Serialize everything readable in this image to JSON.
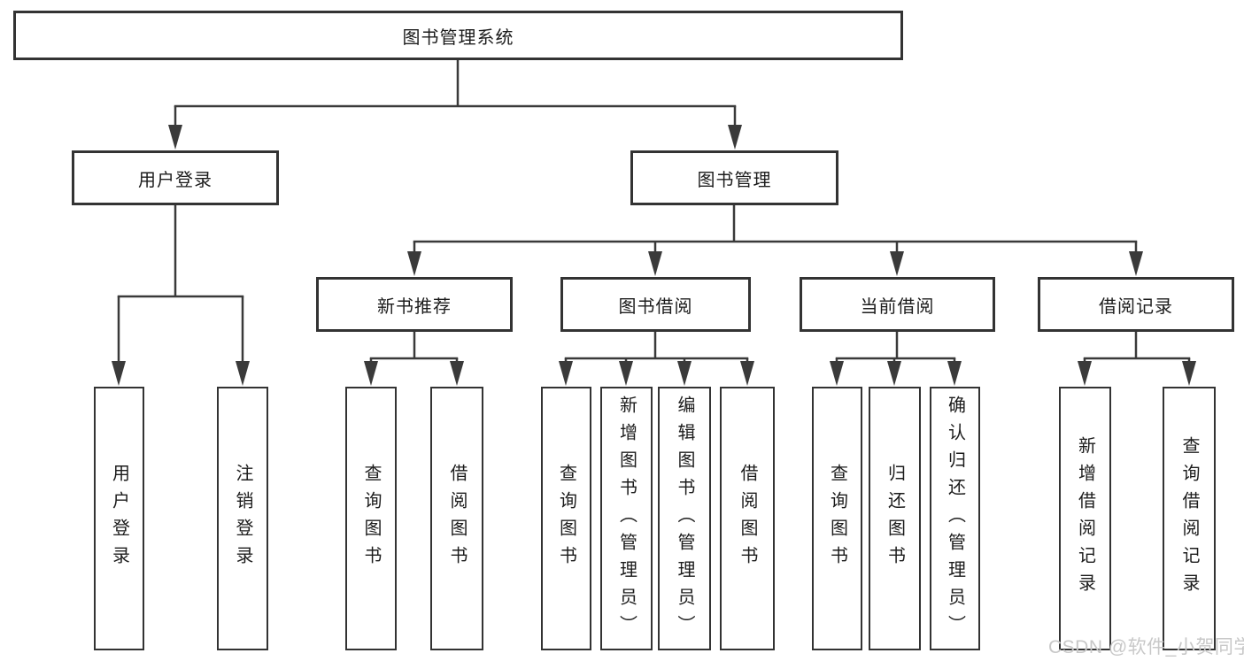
{
  "tree": {
    "label": "图书管理系统",
    "children": [
      {
        "label": "用户登录",
        "children": [
          {
            "label": "用户登录"
          },
          {
            "label": "注销登录"
          }
        ]
      },
      {
        "label": "图书管理",
        "children": [
          {
            "label": "新书推荐",
            "children": [
              {
                "label": "查询图书"
              },
              {
                "label": "借阅图书"
              }
            ]
          },
          {
            "label": "图书借阅",
            "children": [
              {
                "label": "查询图书"
              },
              {
                "label": "新增图书（管理员）"
              },
              {
                "label": "编辑图书（管理员）"
              },
              {
                "label": "借阅图书"
              }
            ]
          },
          {
            "label": "当前借阅",
            "children": [
              {
                "label": "查询图书"
              },
              {
                "label": "归还图书"
              },
              {
                "label": "确认归还（管理员）"
              }
            ]
          },
          {
            "label": "借阅记录",
            "children": [
              {
                "label": "新增借阅记录"
              },
              {
                "label": "查询借阅记录"
              }
            ]
          }
        ]
      }
    ]
  },
  "watermark": {
    "text": "CSDN @软件_小贺同学"
  },
  "colors": {
    "background": "#ffffff",
    "box_border": "#333333",
    "box_fill": "#ffffff",
    "line": "#3a3a3a",
    "text": "#1c1c1c",
    "watermark": "#c8c8c8"
  }
}
